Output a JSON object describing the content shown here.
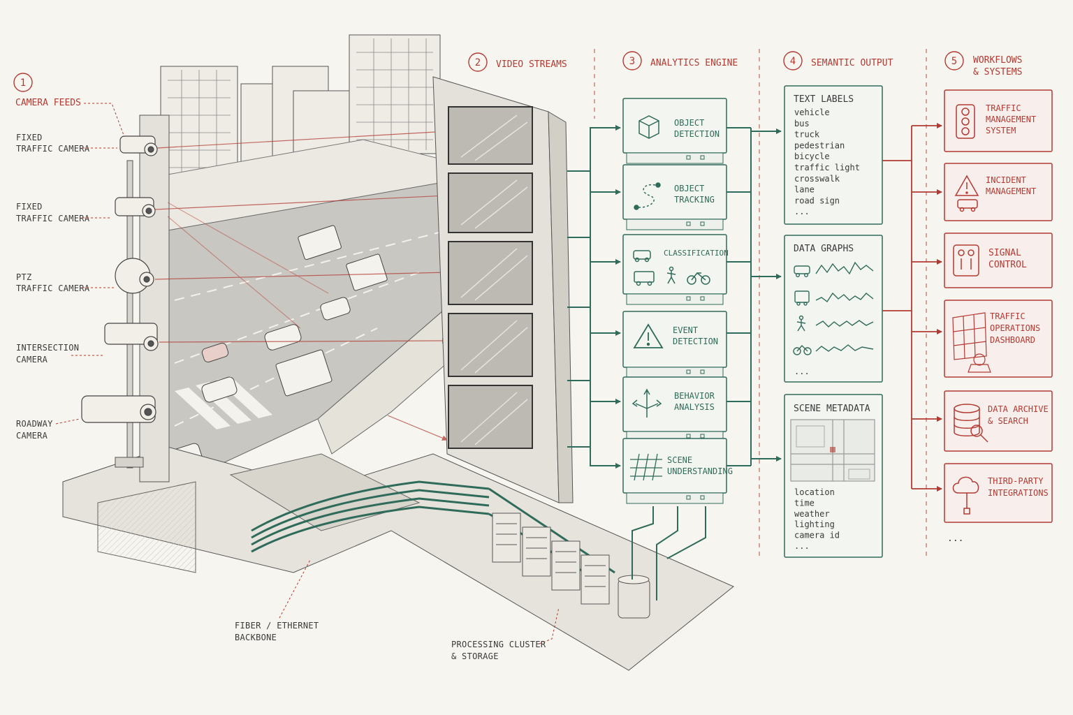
{
  "sections": {
    "s1": {
      "num": "1",
      "title": "CAMERA FEEDS"
    },
    "s2": {
      "num": "2",
      "title": "VIDEO STREAMS"
    },
    "s3": {
      "num": "3",
      "title": "ANALYTICS ENGINE"
    },
    "s4": {
      "num": "4",
      "title": "SEMANTIC OUTPUT"
    },
    "s5": {
      "num": "5",
      "title_line1": "WORKFLOWS",
      "title_line2": "& SYSTEMS"
    }
  },
  "cameras": [
    {
      "line1": "FIXED",
      "line2": "TRAFFIC CAMERA"
    },
    {
      "line1": "FIXED",
      "line2": "TRAFFIC CAMERA"
    },
    {
      "line1": "PTZ",
      "line2": "TRAFFIC CAMERA"
    },
    {
      "line1": "INTERSECTION",
      "line2": "CAMERA"
    },
    {
      "line1": "ROADWAY",
      "line2": "CAMERA"
    }
  ],
  "analytics": [
    {
      "line1": "OBJECT",
      "line2": "DETECTION",
      "icon": "cube-icon"
    },
    {
      "line1": "OBJECT",
      "line2": "TRACKING",
      "icon": "path-icon"
    },
    {
      "line1": "CLASSIFICATION",
      "line2": "",
      "icon": "car-bus-person-bike-icon"
    },
    {
      "line1": "EVENT",
      "line2": "DETECTION",
      "icon": "warning-icon"
    },
    {
      "line1": "BEHAVIOR",
      "line2": "ANALYSIS",
      "icon": "arrows-icon"
    },
    {
      "line1": "SCENE",
      "line2": "UNDERSTANDING",
      "icon": "grid-icon"
    }
  ],
  "outputs": {
    "text_labels": {
      "title": "TEXT LABELS",
      "items": [
        "vehicle",
        "bus",
        "truck",
        "pedestrian",
        "bicycle",
        "traffic light",
        "crosswalk",
        "lane",
        "road sign",
        "..."
      ]
    },
    "data_graphs": {
      "title": "DATA GRAPHS",
      "more": "..."
    },
    "scene_metadata": {
      "title": "SCENE METADATA",
      "items": [
        "location",
        "time",
        "weather",
        "lighting",
        "camera id",
        "..."
      ]
    }
  },
  "workflows": [
    {
      "line1": "TRAFFIC",
      "line2": "MANAGEMENT",
      "line3": "SYSTEM",
      "icon": "traffic-light-icon"
    },
    {
      "line1": "INCIDENT",
      "line2": "MANAGEMENT",
      "line3": "",
      "icon": "incident-icon"
    },
    {
      "line1": "SIGNAL",
      "line2": "CONTROL",
      "line3": "",
      "icon": "signal-icon"
    },
    {
      "line1": "TRAFFIC",
      "line2": "OPERATIONS",
      "line3": "DASHBOARD",
      "icon": "dashboard-icon"
    },
    {
      "line1": "DATA ARCHIVE",
      "line2": "& SEARCH",
      "line3": "",
      "icon": "database-icon"
    },
    {
      "line1": "THIRD-PARTY",
      "line2": "INTEGRATIONS",
      "line3": "",
      "icon": "cloud-icon"
    }
  ],
  "workflows_more": "...",
  "infrastructure": {
    "backbone_line1": "FIBER / ETHERNET",
    "backbone_line2": "BACKBONE",
    "cluster_line1": "PROCESSING CLUSTER",
    "cluster_line2": "& STORAGE"
  },
  "colors": {
    "red": "#b23a32",
    "green": "#2f6b5a",
    "ink": "#3a3a3a",
    "paper": "#f7f5ef"
  }
}
